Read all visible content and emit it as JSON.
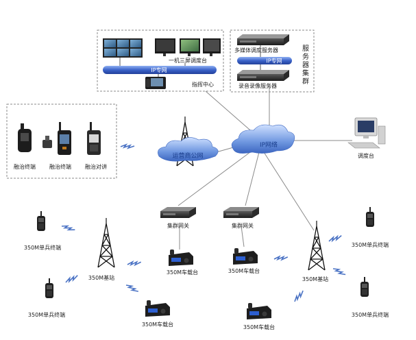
{
  "command_center": {
    "label": "指挥中心",
    "dispatch_console_label": "一机三屏调度台",
    "ip_network_label": "IP专网"
  },
  "server_cluster": {
    "label": "服务器集群",
    "multimedia_server_label": "多媒体调度服务器",
    "recording_server_label": "录音录像服务器",
    "ip_network_label": "IP专网"
  },
  "core_network": {
    "label": "IP网络"
  },
  "public_network": {
    "label": "运营商公网"
  },
  "dispatch_terminal": {
    "label": "调度台"
  },
  "converged_terminals": [
    {
      "label": "融治终端"
    },
    {
      "label": "融治终端"
    },
    {
      "label": "融治对讲"
    }
  ],
  "gateways": [
    {
      "label": "集群网关"
    },
    {
      "label": "集群网关"
    }
  ],
  "left_cluster": {
    "handset_top_label": "350M单兵终端",
    "handset_bottom_label": "350M单兵终端",
    "base_station_label": "350M基站",
    "vehicle_top_label": "350M车载台",
    "vehicle_bottom_label": "350M车载台"
  },
  "right_cluster": {
    "handset_top_label": "350M单兵终端",
    "handset_bottom_label": "350M单兵终端",
    "base_station_label": "350M基站",
    "vehicle_top_label": "350M车载台",
    "vehicle_bottom_label": "350M车载台"
  },
  "colors": {
    "ip_bar": "#3b63c9",
    "cloud": "#5b86d6",
    "dashed_border": "#8a8a8a",
    "link": "#7f7f7f",
    "radio_wave": "#4a72c4"
  }
}
